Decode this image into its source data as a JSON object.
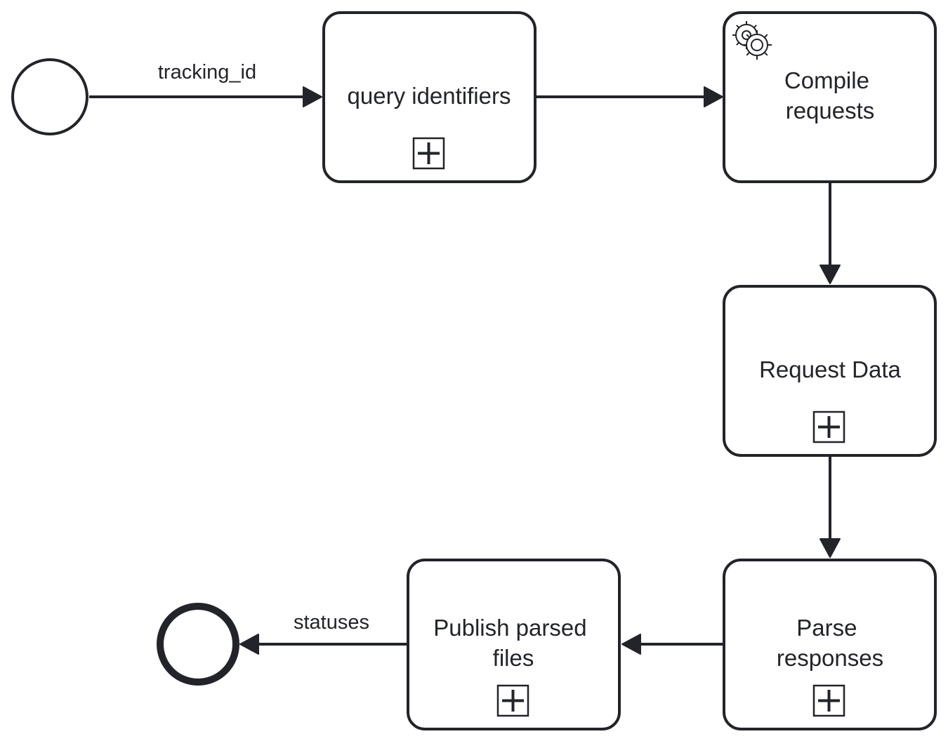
{
  "diagram": {
    "start_event": {
      "label": ""
    },
    "end_event": {
      "label": ""
    },
    "tasks": [
      {
        "id": "query",
        "lines": [
          "query identifiers"
        ],
        "subprocess": true,
        "service": false
      },
      {
        "id": "compile",
        "lines": [
          "Compile",
          "requests"
        ],
        "subprocess": false,
        "service": true
      },
      {
        "id": "request",
        "lines": [
          "Request Data"
        ],
        "subprocess": true,
        "service": false
      },
      {
        "id": "parse",
        "lines": [
          "Parse",
          "responses"
        ],
        "subprocess": true,
        "service": false
      },
      {
        "id": "publish",
        "lines": [
          "Publish parsed",
          "files"
        ],
        "subprocess": true,
        "service": false
      }
    ],
    "flows": [
      {
        "from": "start",
        "to": "query",
        "label": "tracking_id"
      },
      {
        "from": "query",
        "to": "compile",
        "label": ""
      },
      {
        "from": "compile",
        "to": "request",
        "label": ""
      },
      {
        "from": "request",
        "to": "parse",
        "label": ""
      },
      {
        "from": "parse",
        "to": "publish",
        "label": ""
      },
      {
        "from": "publish",
        "to": "end",
        "label": "statuses"
      }
    ],
    "colors": {
      "stroke": "#22242a",
      "fill": "#ffffff"
    },
    "icons": {
      "subprocess_marker": "plus-square-icon",
      "service_task": "gears-icon"
    }
  }
}
